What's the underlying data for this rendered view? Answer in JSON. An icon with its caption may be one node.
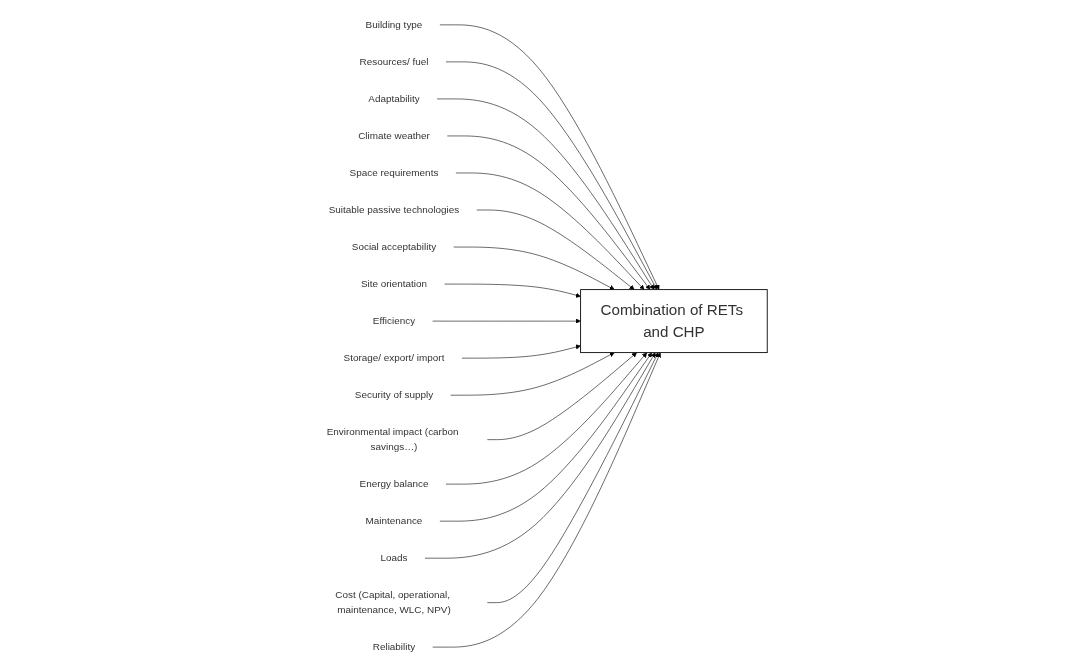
{
  "diagram": {
    "nodes": [
      {
        "text": [
          "Building type"
        ]
      },
      {
        "text": [
          "Resources/ fuel"
        ]
      },
      {
        "text": [
          "Adaptability"
        ]
      },
      {
        "text": [
          "Climate weather"
        ]
      },
      {
        "text": [
          "Space requirements"
        ]
      },
      {
        "text": [
          "Suitable passive technologies"
        ]
      },
      {
        "text": [
          "Social acceptability"
        ]
      },
      {
        "text": [
          "Site orientation"
        ]
      },
      {
        "text": [
          "Combination of RETs and CHP"
        ]
      },
      {
        "text": [
          "Efficiency"
        ]
      },
      {
        "text": [
          "Storage/ export/ import"
        ]
      },
      {
        "text": [
          "Security of supply"
        ]
      },
      {
        "text": [
          "Environmental impact (carbon savings…)"
        ]
      },
      {
        "text": [
          "Energy balance"
        ]
      },
      {
        "text": [
          "Maintenance"
        ]
      },
      {
        "text": [
          "Loads"
        ]
      },
      {
        "text": [
          "Cost (Capital, operational, maintenance, WLC, NPV)"
        ]
      },
      {
        "text": [
          "Reliability"
        ]
      }
    ],
    "edges": [
      {
        "from": 0,
        "to": 8,
        "arrow": "to"
      },
      {
        "from": 1,
        "to": 8,
        "arrow": "to"
      },
      {
        "from": 2,
        "to": 8,
        "arrow": "to"
      },
      {
        "from": 3,
        "to": 8,
        "arrow": "to"
      },
      {
        "from": 4,
        "to": 8,
        "arrow": "to"
      },
      {
        "from": 5,
        "to": 8,
        "arrow": "to"
      },
      {
        "from": 6,
        "to": 8,
        "arrow": "to"
      },
      {
        "from": 7,
        "to": 8,
        "arrow": "to"
      },
      {
        "from": 9,
        "to": 8,
        "arrow": "to"
      },
      {
        "from": 10,
        "to": 8,
        "arrow": "to"
      },
      {
        "from": 11,
        "to": 8,
        "arrow": "to"
      },
      {
        "from": 12,
        "to": 8,
        "arrow": "to"
      },
      {
        "from": 13,
        "to": 8,
        "arrow": "to"
      },
      {
        "from": 14,
        "to": 8,
        "arrow": "to"
      },
      {
        "from": 15,
        "to": 8,
        "arrow": "to"
      },
      {
        "from": 16,
        "to": 8,
        "arrow": "to"
      },
      {
        "from": 17,
        "to": 8,
        "arrow": "to"
      }
    ]
  }
}
